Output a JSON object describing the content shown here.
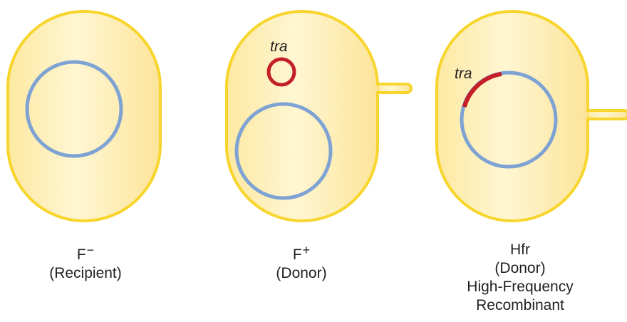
{
  "figure": {
    "colors": {
      "cell_fill": "#fdeaa0",
      "cell_outline": "#f7d52c",
      "chromosome": "#7ea3d3",
      "plasmid": "#c41f26",
      "text": "#231f20"
    },
    "cells": [
      {
        "type": "F-minus",
        "label_main": "F",
        "label_sup": "−",
        "label_lines": [
          "(Recipient)"
        ],
        "has_pilus": false,
        "has_plasmid": false
      },
      {
        "type": "F-plus",
        "label_main": "F",
        "label_sup": "+",
        "label_lines": [
          "(Donor)"
        ],
        "has_pilus": true,
        "has_plasmid": true,
        "plasmid_label": "tra"
      },
      {
        "type": "Hfr",
        "label_main": "Hfr",
        "label_lines": [
          "(Donor)",
          "High-Frequency",
          "Recombinant"
        ],
        "has_pilus": true,
        "has_integrated_segment": true,
        "segment_label": "tra"
      }
    ]
  }
}
